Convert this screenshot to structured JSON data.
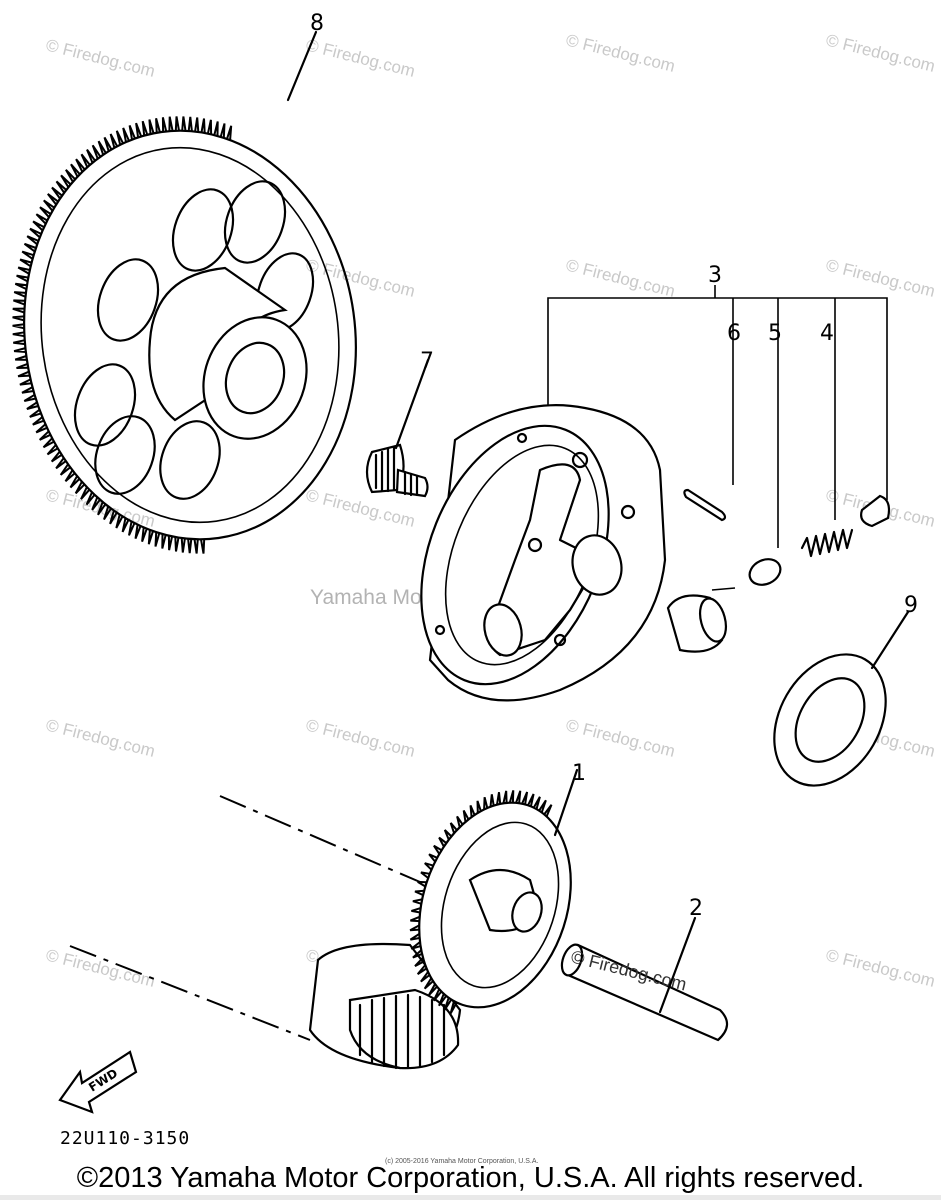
{
  "watermarks": {
    "site": "© Firedog.com",
    "center": "Yamaha Motor Corp., U.S.A."
  },
  "parts": [
    {
      "id": "1",
      "label": "1",
      "icon": "gear-icon"
    },
    {
      "id": "2",
      "label": "2",
      "icon": "shaft-icon"
    },
    {
      "id": "3",
      "label": "3",
      "icon": "clutch-assy-icon"
    },
    {
      "id": "4",
      "label": "4",
      "icon": "spring-icon"
    },
    {
      "id": "5",
      "label": "5",
      "icon": "pin-icon"
    },
    {
      "id": "6",
      "label": "6",
      "icon": "pin-icon"
    },
    {
      "id": "7",
      "label": "7",
      "icon": "bolt-icon"
    },
    {
      "id": "8",
      "label": "8",
      "icon": "gear-icon"
    },
    {
      "id": "9",
      "label": "9",
      "icon": "washer-icon"
    }
  ],
  "fwd_label": "FWD",
  "diagram_code": "22U110-3150",
  "tiny_credit": "(c) 2005-2016 Yamaha Motor Corporation, U.S.A.",
  "copyright": "©2013 Yamaha Motor Corporation, U.S.A. All rights reserved."
}
